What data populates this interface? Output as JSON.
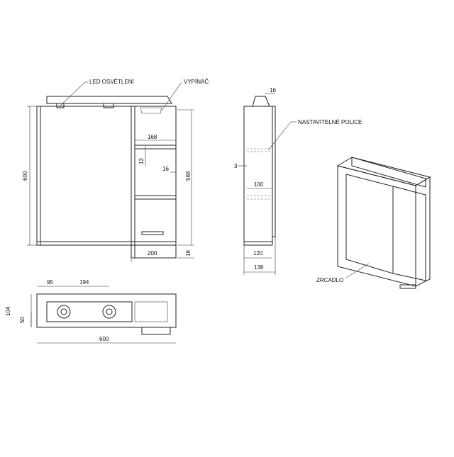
{
  "labels": {
    "led": "LED OSVĚTLENÍ",
    "switch": "VYPÍNAČ",
    "shelves": "NASTAVITELNÉ POLICE",
    "mirror": "ZRCADLO"
  },
  "dimensions": {
    "front_height": "600",
    "shelf_span": "168",
    "shelf_gap": "12",
    "shelf_offset": "16",
    "door_height": "568",
    "side_width": "200",
    "bottom_offset": "16",
    "top_side_16": "16",
    "side_3": "3",
    "side_100": "100",
    "side_120": "120",
    "side_138": "138",
    "plan_95": "95",
    "plan_194": "194",
    "plan_104": "104",
    "plan_50": "50",
    "plan_600": "600"
  }
}
